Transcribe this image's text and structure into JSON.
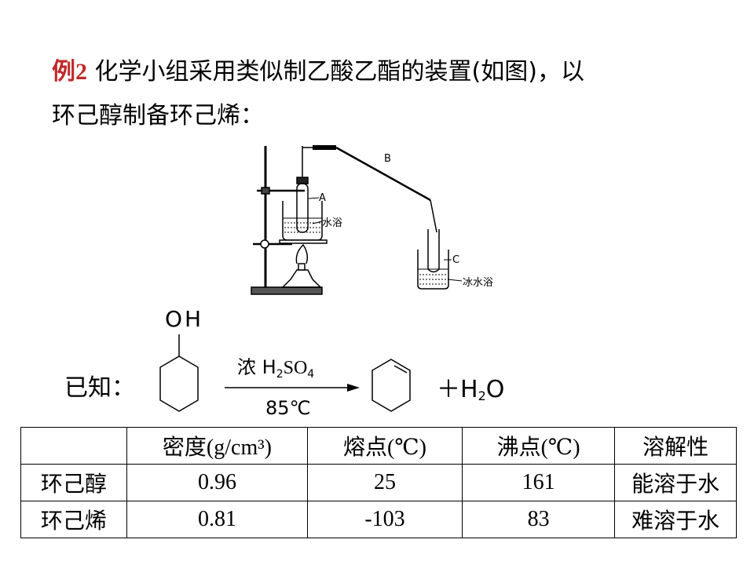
{
  "question": {
    "label": "例",
    "number": "2",
    "text_line1": "化学小组采用类似制乙酸乙酯的装置(如图)，以",
    "text_line2": "环己醇制备环己烯："
  },
  "apparatus": {
    "labels": {
      "a": "A",
      "b": "B",
      "c": "C",
      "water_bath": "水浴",
      "ice_water_bath": "冰水浴"
    }
  },
  "reaction": {
    "known_label": "已知：",
    "oh": "OH",
    "reagent_prefix": "浓 H",
    "reagent_sub2": "2",
    "reagent_so": "SO",
    "reagent_sub4": "4",
    "condition": "85℃",
    "plus_water_prefix": "＋H",
    "water_sub": "2",
    "water_o": "O"
  },
  "table": {
    "headers": [
      "",
      "密度(g/cm³)",
      "熔点(℃)",
      "沸点(℃)",
      "溶解性"
    ],
    "rows": [
      [
        "环己醇",
        "0.96",
        "25",
        "161",
        "能溶于水"
      ],
      [
        "环己烯",
        "0.81",
        "-103",
        "83",
        "难溶于水"
      ]
    ]
  }
}
